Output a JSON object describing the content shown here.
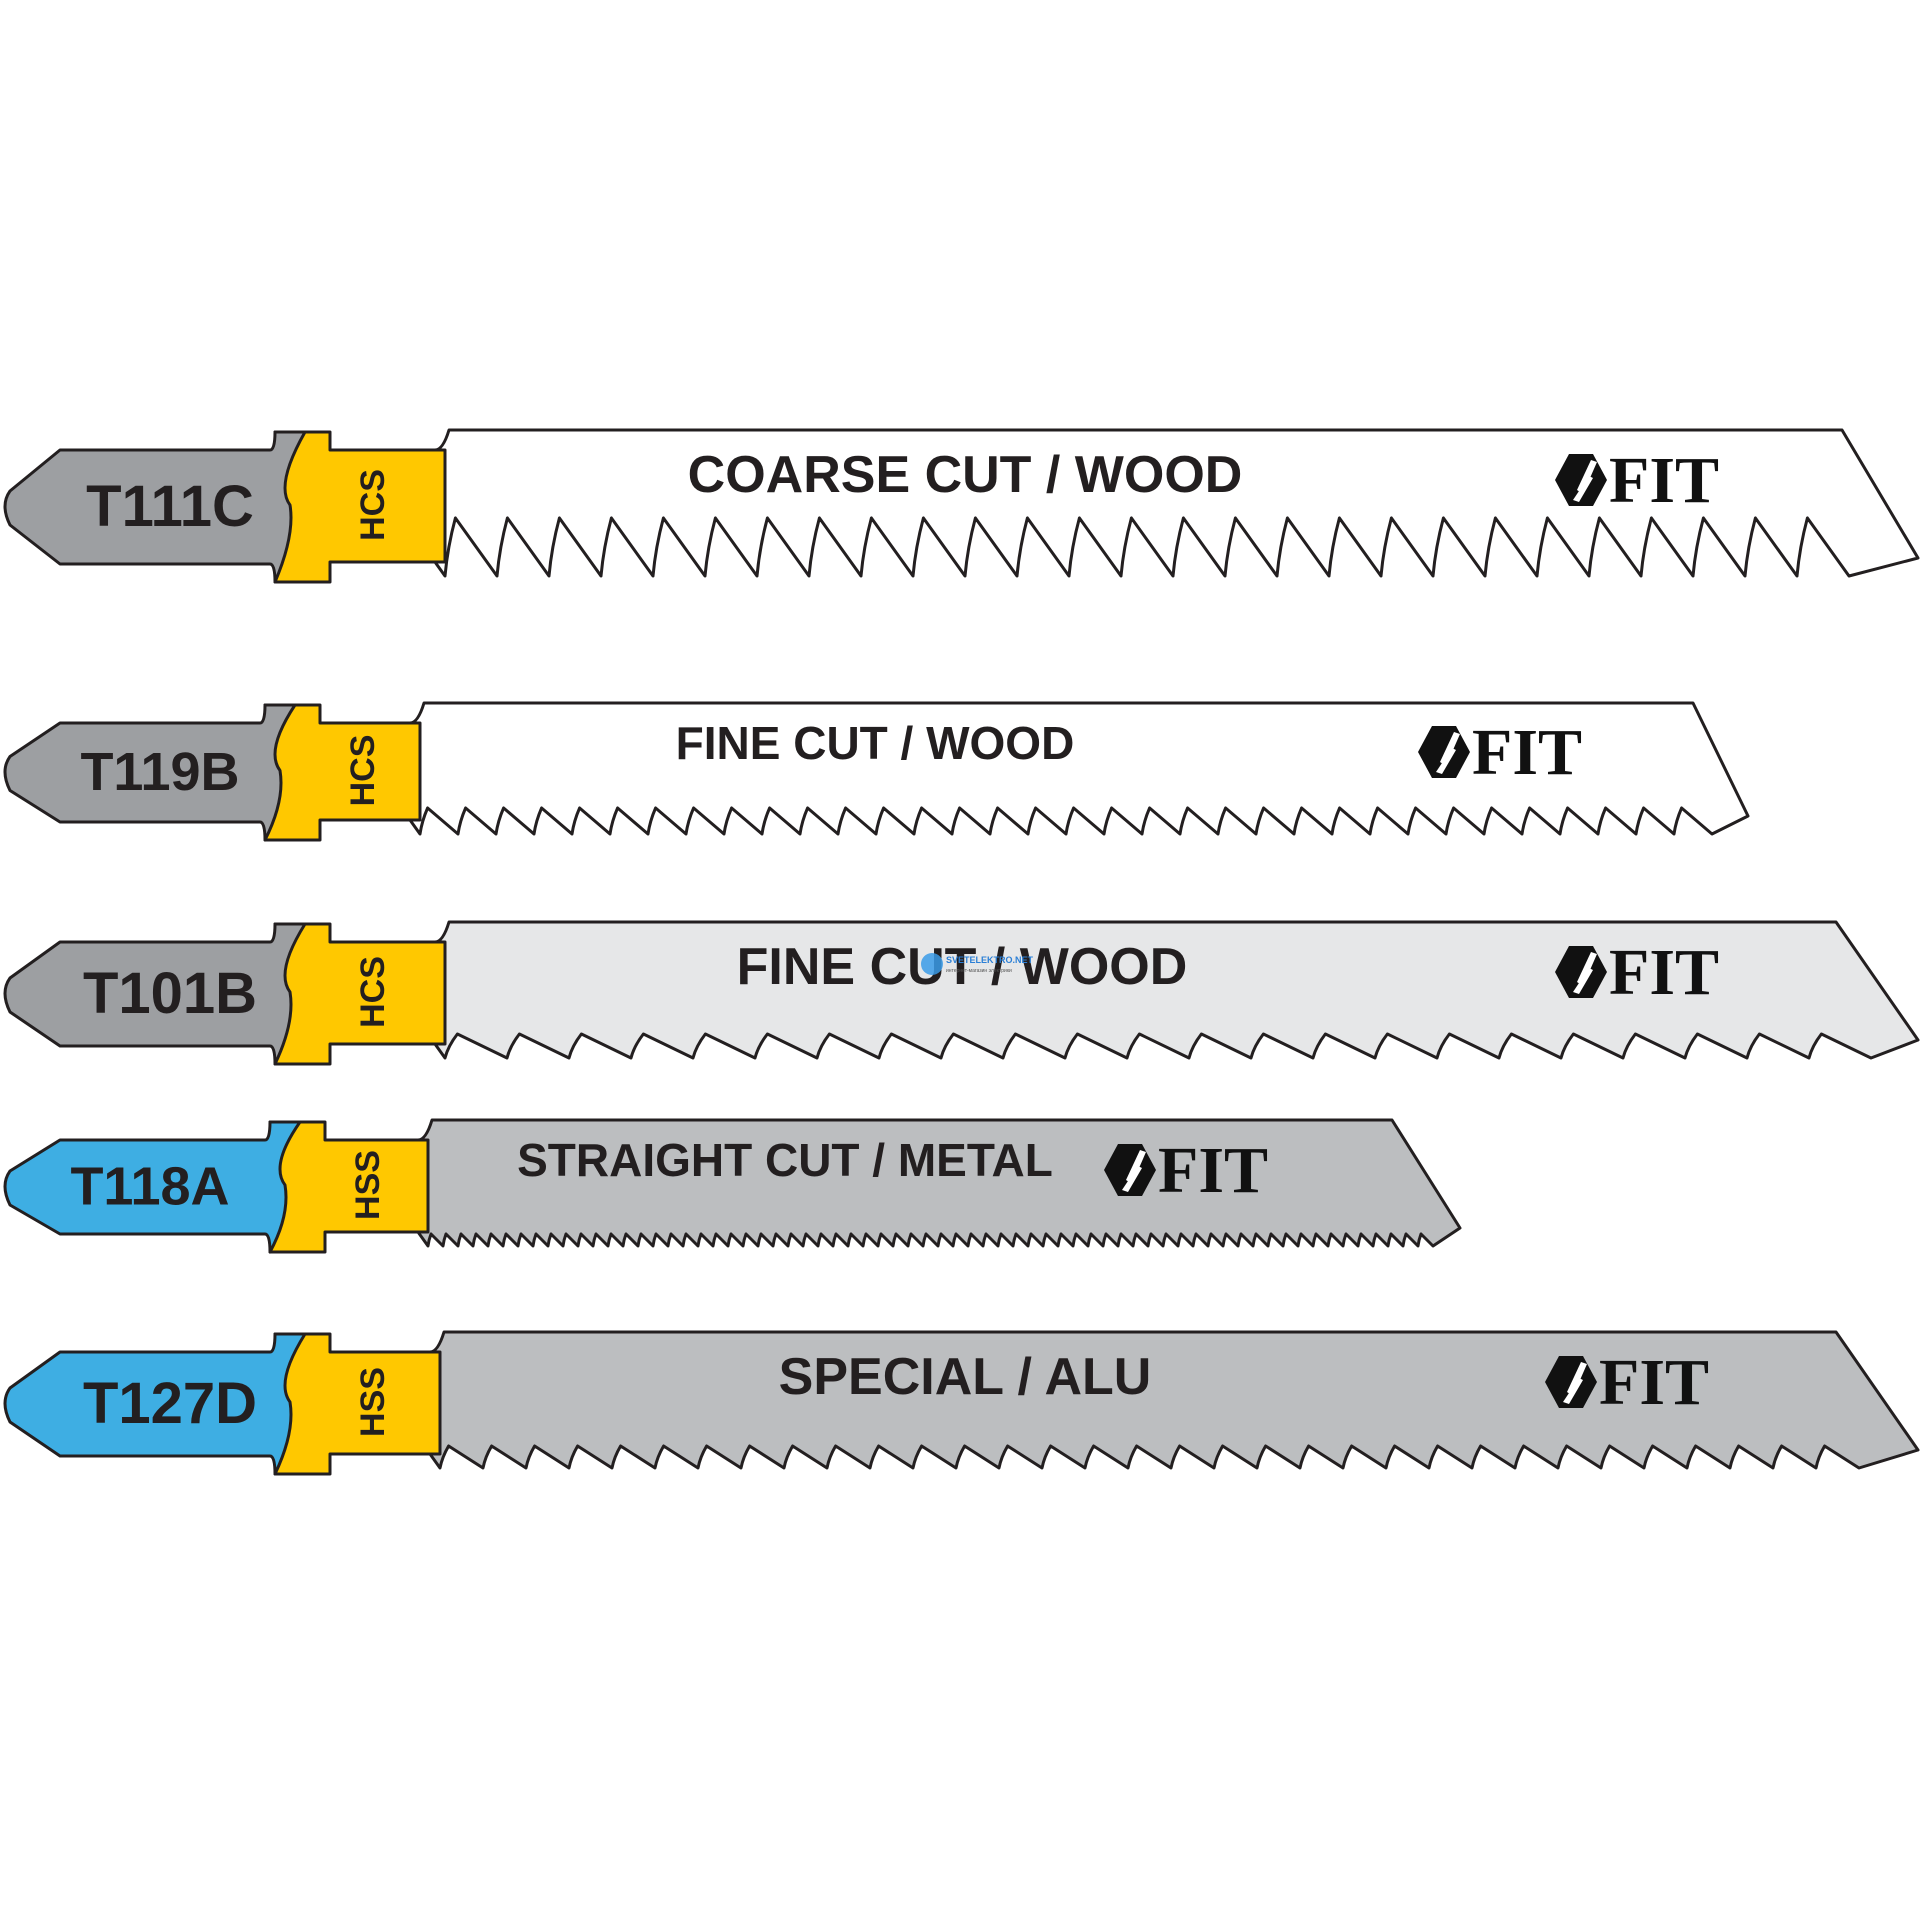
{
  "blades": [
    {
      "code": "T111C",
      "material": "HCS",
      "description": "COARSE CUT / WOOD",
      "brand": "FIT",
      "shank_color": "#9d9fa2",
      "blade_color": "#ffffff",
      "length": "long",
      "teeth": "coarse"
    },
    {
      "code": "T119B",
      "material": "HCS",
      "description": "FINE CUT / WOOD",
      "brand": "FIT",
      "shank_color": "#9d9fa2",
      "blade_color": "#ffffff",
      "length": "medium",
      "teeth": "fine"
    },
    {
      "code": "T101B",
      "material": "HCS",
      "description": "FINE CUT / WOOD",
      "brand": "FIT",
      "shank_color": "#9d9fa2",
      "blade_color": "#e6e7e8",
      "length": "long",
      "teeth": "fine-set"
    },
    {
      "code": "T118A",
      "material": "HSS",
      "description": "STRAIGHT CUT / METAL",
      "brand": "FIT",
      "shank_color": "#3eaee3",
      "blade_color": "#bcbec0",
      "length": "short",
      "teeth": "metal"
    },
    {
      "code": "T127D",
      "material": "HSS",
      "description": "SPECIAL / ALU",
      "brand": "FIT",
      "shank_color": "#3eaee3",
      "blade_color": "#bcbec0",
      "length": "long",
      "teeth": "alu"
    }
  ],
  "colors": {
    "collar": "#ffc800",
    "outline": "#231f20"
  },
  "watermark": {
    "title": "SVETELEKTRO.NET",
    "subtitle": "интернет-магазин электрики"
  }
}
